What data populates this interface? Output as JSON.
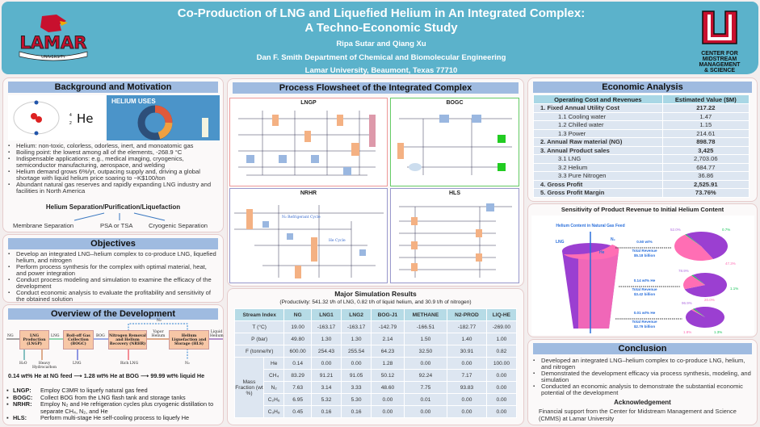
{
  "header": {
    "title1": "Co-Production of LNG and Liquefied Helium in An Integrated Complex:",
    "title2": "A Techno-Economic Study",
    "authors": "Ripa Sutar and Qiang Xu",
    "dept": "Dan F. Smith Department of Chemical and Biomolecular Engineering",
    "univ": "Lamar University, Beaumont, Texas 77710",
    "logo_left": "LAMAR UNIVERSITY",
    "logo_right": "CENTER FOR MIDSTREAM MANAGEMENT & SCIENCE"
  },
  "background": {
    "title": "Background and Motivation",
    "image_he": "He",
    "image_uses": "HELIUM USES",
    "bullets": [
      "Helium: non-toxic, colorless, odorless, inert, and monoatomic gas",
      "Boiling point: the lowest among all of the elements, -268.9 °C",
      "Indispensable applications: e.g., medical imaging, cryogenics, semiconductor manufacturing, aerospace, and welding",
      "Helium demand grows 6%/yr, outpacing supply and, driving a global shortage with liquid helium price soaring to ~K$100/ton",
      "Abundant natural gas reserves and rapidly expanding LNG industry and facilities in North America"
    ],
    "sep_title": "Helium Separation/Purification/Liquefaction",
    "methods": [
      "Membrane Separation",
      "PSA or TSA",
      "Cryogenic Separation"
    ]
  },
  "objectives": {
    "title": "Objectives",
    "bullets": [
      "Develop an integrated LNG–helium complex to co-produce LNG, liquefied helium, and nitrogen",
      "Perform process synthesis for the complex with optimal material, heat, and power integration",
      "Conduct process modeling and simulation to examine the efficacy of the development",
      "Conduct economic analysis to evaluate the profitability and sensitivity of the obtained solution"
    ]
  },
  "overview": {
    "title": "Overview of the Development",
    "blocks": [
      "LNG Production (LNGP)",
      "Boil-off Gas Collection (BOGC)",
      "Nitrogen Removal and Helium Recovery (NRHR)",
      "Helium Liquefaction and Storage (HLS)"
    ],
    "streams": {
      "ng": "NG",
      "lng": "LNG",
      "bog": "BOG",
      "vapor": "Vapor Helium",
      "liquid": "Liquid Helium",
      "n2": "N₂",
      "h2o": "H₂O",
      "heavy": "Heavy Hydrocarbon",
      "lng_out": "LNG",
      "rich": "Rich LNG",
      "n2_out": "N₂"
    },
    "summary": "0.14 wt% He at NG feed ⟶ 1.28 wt% He at BOG ⟶ 99.99 wt% liquid He",
    "items": [
      {
        "k": "LNGP:",
        "v": "Employ C3MR to liquefy natural gas feed"
      },
      {
        "k": "BOGC:",
        "v": "Collect BOG from the LNG flash tank and storage tanks"
      },
      {
        "k": "NRHR:",
        "v": "Employ N₂ and He refrigeration cycles plus cryogenic distillation to separate CH₄, N₂, and He"
      },
      {
        "k": "HLS:",
        "v": "Perform multi-stage He self-cooling process to liquefy He"
      }
    ]
  },
  "flowsheet": {
    "title": "Process Flowsheet of the Integrated Complex",
    "sections": [
      "LNGP",
      "BOGC",
      "NRHR",
      "HLS"
    ],
    "labels": {
      "n2cycle": "N₂ Refrigerant Cycle",
      "hecycle": "He Cycle"
    }
  },
  "results": {
    "title": "Major Simulation Results",
    "subtitle": "(Productivity: 541.32 t/h of LNG, 0.82 t/h of liquid helium, and 30.9 t/h of nitrogen)",
    "headers": [
      "Stream Index",
      "NG",
      "LNG1",
      "LNG2",
      "BOG-J1",
      "METHANE",
      "N2-PROD",
      "LIQ-HE"
    ],
    "rows": [
      {
        "label": "T (°C)",
        "values": [
          "19.00",
          "-163.17",
          "-163.17",
          "-142.79",
          "-166.51",
          "-182.77",
          "-269.00"
        ]
      },
      {
        "label": "P (bar)",
        "values": [
          "49.80",
          "1.30",
          "1.30",
          "2.14",
          "1.50",
          "1.40",
          "1.00"
        ]
      },
      {
        "label": "F (tonne/hr)",
        "values": [
          "600.00",
          "254.43",
          "255.54",
          "64.23",
          "32.50",
          "30.91",
          "0.82"
        ]
      }
    ],
    "mass_label": "Mass Fraction (wt %)",
    "mass_rows": [
      {
        "label": "He",
        "values": [
          "0.14",
          "0.00",
          "0.00",
          "1.28",
          "0.00",
          "0.00",
          "100.00"
        ]
      },
      {
        "label": "CH₄",
        "values": [
          "83.29",
          "91.21",
          "91.05",
          "50.12",
          "92.24",
          "7.17",
          "0.00"
        ]
      },
      {
        "label": "N₂",
        "values": [
          "7.63",
          "3.14",
          "3.33",
          "48.60",
          "7.75",
          "93.83",
          "0.00"
        ]
      },
      {
        "label": "C₂H₆",
        "values": [
          "6.95",
          "5.32",
          "5.30",
          "0.00",
          "0.01",
          "0.00",
          "0.00"
        ]
      },
      {
        "label": "C₃H₈",
        "values": [
          "0.45",
          "0.16",
          "0.16",
          "0.00",
          "0.00",
          "0.00",
          "0.00"
        ]
      }
    ]
  },
  "economic": {
    "title": "Economic Analysis",
    "headers": [
      "Operating Cost and Revenues",
      "Estimated Value ($M)"
    ],
    "rows": [
      {
        "label": "1. Fixed Annual Utility Cost",
        "value": "217.22",
        "bold": true
      },
      {
        "label": "1.1 Cooling water",
        "value": "1.47"
      },
      {
        "label": "1.2 Chilled water",
        "value": "1.15"
      },
      {
        "label": "1.3 Power",
        "value": "214.61"
      },
      {
        "label": "2. Annual Raw material (NG)",
        "value": "898.78",
        "bold": true
      },
      {
        "label": "3. Annual Product sales",
        "value": "3,425",
        "bold": true
      },
      {
        "label": "3.1 LNG",
        "value": "2,703.06"
      },
      {
        "label": "3.2 Helium",
        "value": "684.77"
      },
      {
        "label": "3.3 Pure Nitrogen",
        "value": "36.86"
      },
      {
        "label": "4. Gross Profit",
        "value": "2,525.91",
        "bold": true
      },
      {
        "label": "5. Gross Profit Margin",
        "value": "73.76%",
        "bold": true
      }
    ]
  },
  "sensitivity": {
    "title": "Sensitivity of Product Revenue to Initial Helium Content",
    "axis_label": "Helium Content in Natural Gas Feed",
    "cyl": {
      "lng": "LNG",
      "n2": "N₂",
      "he": "He"
    },
    "cases": [
      {
        "he": "0.50 wt%",
        "rev_label": "Total Revenue",
        "rev": "$5.18 billion",
        "lng": "52.0%",
        "he_pct": "47.3%",
        "n2": "0.7%",
        "lngv": 52.0,
        "hev": 47.3,
        "n2v": 0.7
      },
      {
        "he": "0.14 wt% He",
        "rev_label": "Total Revenue",
        "rev": "$3.42 billion",
        "lng": "78.9%",
        "he_pct": "20.0%",
        "n2": "1.1%",
        "lngv": 78.9,
        "hev": 20.0,
        "n2v": 1.1
      },
      {
        "he": "0.01 wt% He",
        "rev_label": "Total Revenue",
        "rev": "$2.79 billion",
        "lng": "96.9%",
        "he_pct": "1.8%",
        "n2": "1.3%",
        "lngv": 96.9,
        "hev": 1.8,
        "n2v": 1.3
      }
    ],
    "colors": {
      "lng": "#9b3fd1",
      "he": "#ff6eb4",
      "n2": "#19c45a"
    }
  },
  "conclusion": {
    "title": "Conclusion",
    "bullets": [
      "Developed an integrated LNG–helium complex to co-produce LNG, helium, and nitrogen",
      "Demonstrated the development efficacy via process synthesis, modeling, and simulation",
      "Conducted an economic analysis to demonstrate the substantial economic potential of the development"
    ],
    "ack_title": "Acknowledgement",
    "ack": "Financial support from the Center for Midstream Management and Science (CMMS) at Lamar University"
  }
}
